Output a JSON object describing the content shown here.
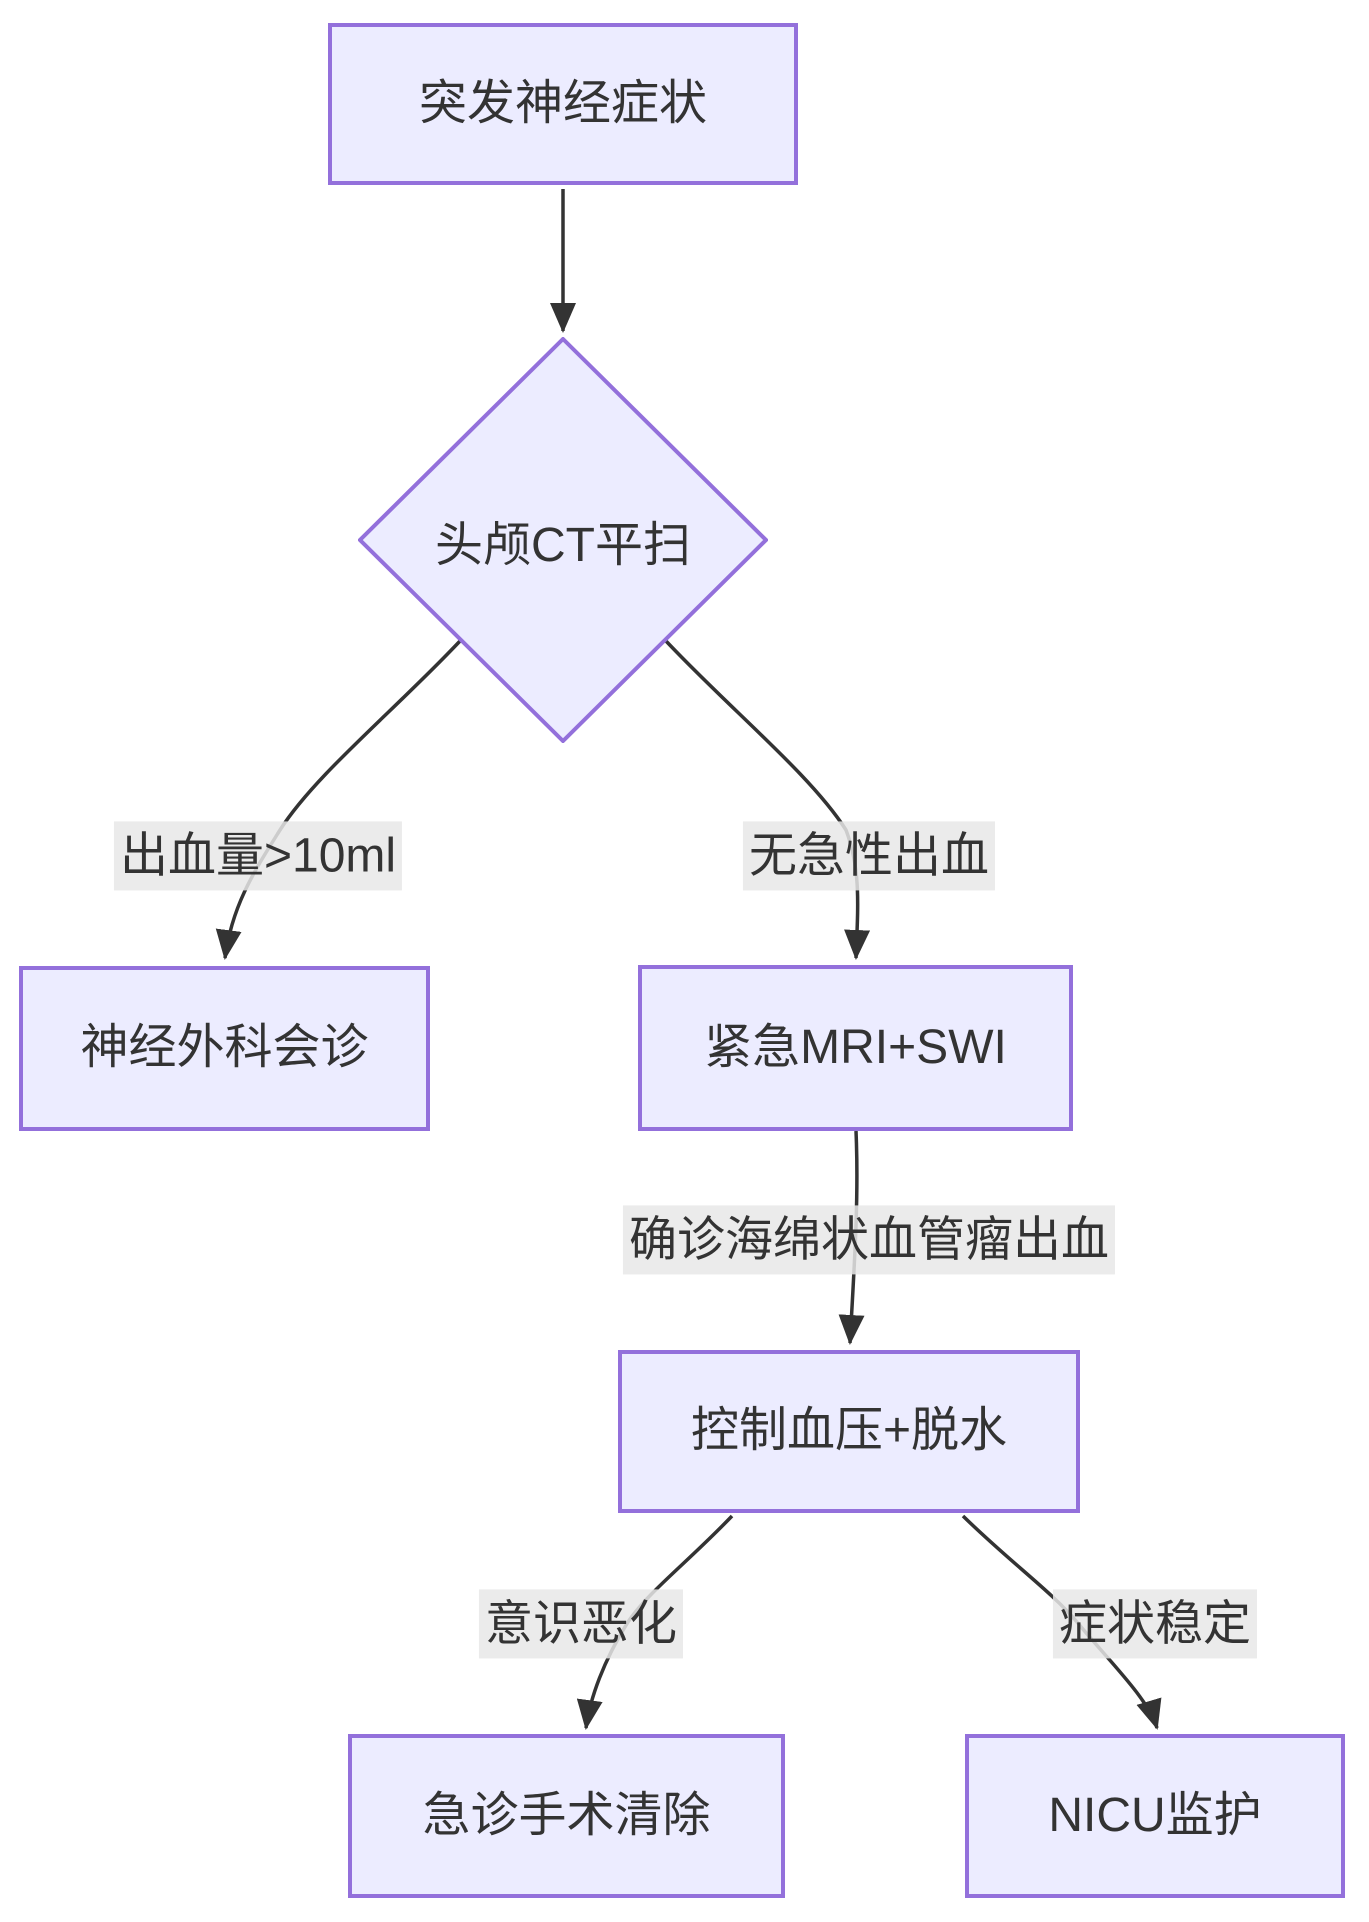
{
  "diagram": {
    "type": "flowchart",
    "direction": "top-down",
    "colors": {
      "background": "#ffffff",
      "node_fill": "#ECECFF",
      "node_border": "#9370DB",
      "edge_line": "#333333",
      "edge_label_bg": "#e8e8e8",
      "text": "#333333"
    },
    "nodes": [
      {
        "id": "A",
        "shape": "rect",
        "label": "突发神经症状"
      },
      {
        "id": "B",
        "shape": "diamond",
        "label": "头颅CT平扫"
      },
      {
        "id": "C",
        "shape": "rect",
        "label": "神经外科会诊"
      },
      {
        "id": "D",
        "shape": "rect",
        "label": "紧急MRI+SWI"
      },
      {
        "id": "E",
        "shape": "rect",
        "label": "控制血压+脱水"
      },
      {
        "id": "F",
        "shape": "rect",
        "label": "急诊手术清除"
      },
      {
        "id": "G",
        "shape": "rect",
        "label": "NICU监护"
      }
    ],
    "edges": [
      {
        "from": "A",
        "to": "B",
        "label": ""
      },
      {
        "from": "B",
        "to": "C",
        "label": "出血量>10ml"
      },
      {
        "from": "B",
        "to": "D",
        "label": "无急性出血"
      },
      {
        "from": "D",
        "to": "E",
        "label": "确诊海绵状血管瘤出血"
      },
      {
        "from": "E",
        "to": "F",
        "label": "意识恶化"
      },
      {
        "from": "E",
        "to": "G",
        "label": "症状稳定"
      }
    ]
  }
}
